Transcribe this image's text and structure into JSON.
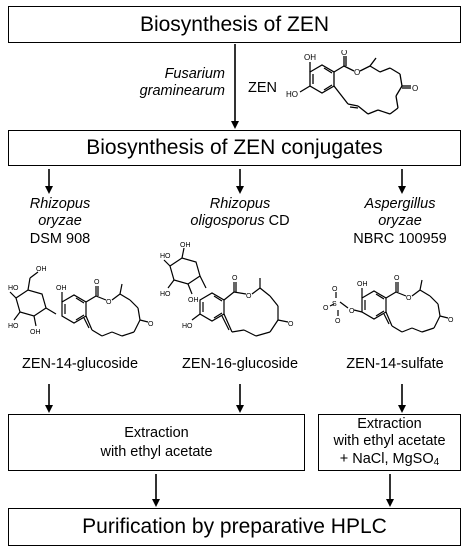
{
  "top_box": "Biosynthesis of ZEN",
  "step1": {
    "organism_line1": "Fusarium",
    "organism_line2": "graminearum",
    "product": "ZEN"
  },
  "middle_box": "Biosynthesis of ZEN conjugates",
  "branches": [
    {
      "organism_italic_1": "Rhizopus",
      "organism_italic_2": "oryzae",
      "strain": "DSM 908",
      "product": "ZEN-14-glucoside"
    },
    {
      "organism_italic_1": "Rhizopus",
      "organism_italic_2": "oligosporus",
      "strain": "CD",
      "product": "ZEN-16-glucoside"
    },
    {
      "organism_italic_1": "Aspergillus",
      "organism_italic_2": "oryzae",
      "strain": "NBRC 100959",
      "product": "ZEN-14-sulfate"
    }
  ],
  "extraction_left": {
    "line1": "Extraction",
    "line2": "with ethyl acetate"
  },
  "extraction_right": {
    "line1": "Extraction",
    "line2": "with ethyl acetate",
    "line3": "+ NaCl, MgSO",
    "line3_sub": "4"
  },
  "bottom_box": "Purification by preparative HPLC",
  "atom_labels": {
    "oh": "OH",
    "ho": "HO",
    "o": "O",
    "s": "S"
  }
}
